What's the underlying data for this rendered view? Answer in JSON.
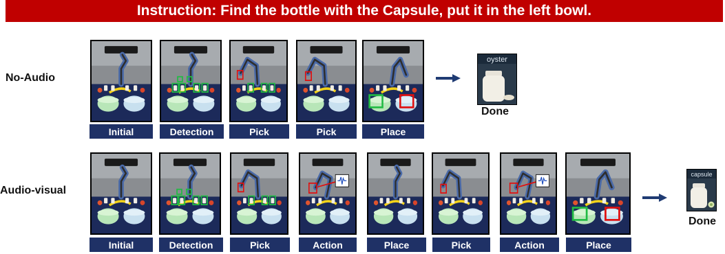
{
  "instruction": "Instruction: Find the bottle with the Capsule, put it in the left bowl.",
  "rows": [
    {
      "label": "No-Audio",
      "steps": [
        "Initial",
        "Detection",
        "Pick",
        "Pick",
        "Place"
      ],
      "result_label": "oyster",
      "done": "Done"
    },
    {
      "label": "Audio-visual",
      "steps": [
        "Initial",
        "Detection",
        "Pick",
        "Action",
        "Place",
        "Pick",
        "Action",
        "Place"
      ],
      "result_label": "capsule",
      "done": "Done"
    }
  ],
  "colors": {
    "banner": "#c00000",
    "step_tag": "#1f3166",
    "arrow": "#1f3b73",
    "highlight_red": "#e01010",
    "highlight_green": "#22bb44"
  }
}
